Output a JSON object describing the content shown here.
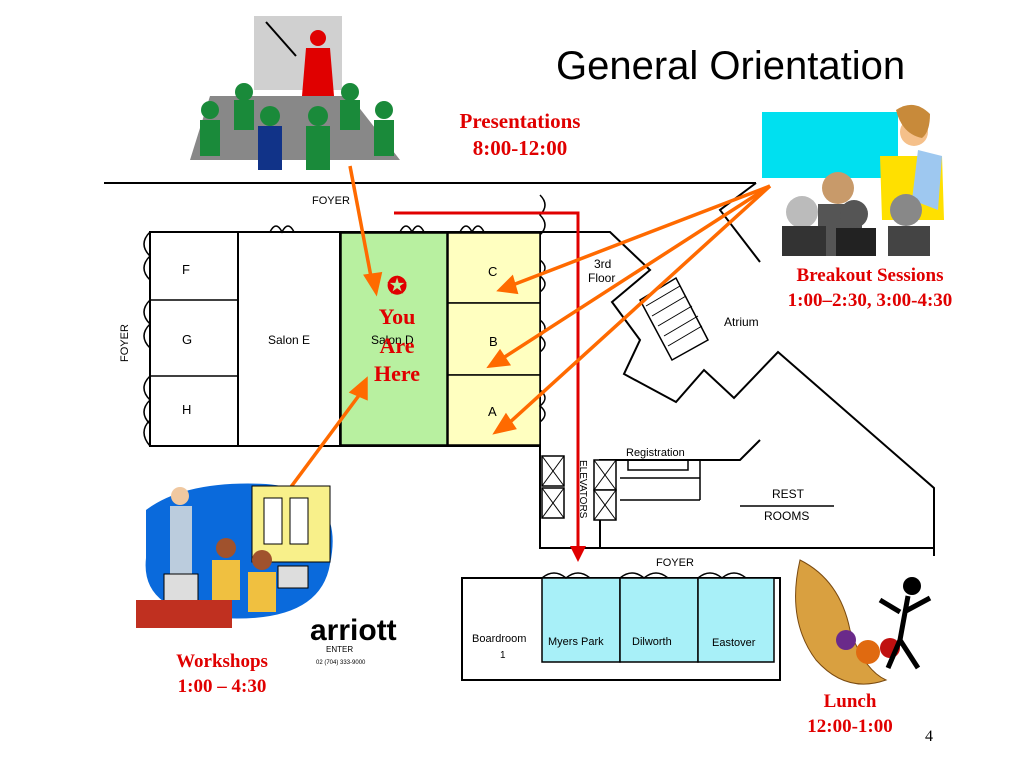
{
  "slide": {
    "title": "General Orientation",
    "page_number": "4"
  },
  "labels": {
    "presentations": {
      "title": "Presentations",
      "time": "8:00-12:00"
    },
    "breakout": {
      "title": "Breakout Sessions",
      "time": "1:00–2:30, 3:00-4:30"
    },
    "workshops": {
      "title": "Workshops",
      "time": "1:00 – 4:30"
    },
    "lunch": {
      "title": "Lunch",
      "time": "12:00-1:00"
    },
    "you_are_here": {
      "star": "✪",
      "line1": "You",
      "line2": "Are",
      "line3": "Here"
    }
  },
  "floorplan": {
    "foyer_top": "FOYER",
    "foyer_left": "FOYER",
    "foyer_bottom": "FOYER",
    "room_f": "F",
    "room_g": "G",
    "room_h": "H",
    "salon_e": "Salon E",
    "salon_d": "Salon D",
    "room_c": "C",
    "room_b": "B",
    "room_a": "A",
    "third_floor_1": "3rd",
    "third_floor_2": "Floor",
    "atrium": "Atrium",
    "registration": "Registration",
    "rest": "REST",
    "rooms": "ROOMS",
    "elevators": "ELEVATORS",
    "boardroom": "Boardroom",
    "boardroom_num": "1",
    "myers_park": "Myers Park",
    "dilworth": "Dilworth",
    "eastover": "Eastover",
    "marriott": "arriott",
    "marriott_center": "ENTER",
    "marriott_phone": "02 (704) 333-9000"
  },
  "colors": {
    "label_red": "#e00000",
    "arrow_orange": "#ff6a00",
    "salon_d_green": "#b8f0a0",
    "rooms_cba_yellow": "#ffffc0",
    "meeting_rooms_cyan": "#a8f0f8"
  }
}
